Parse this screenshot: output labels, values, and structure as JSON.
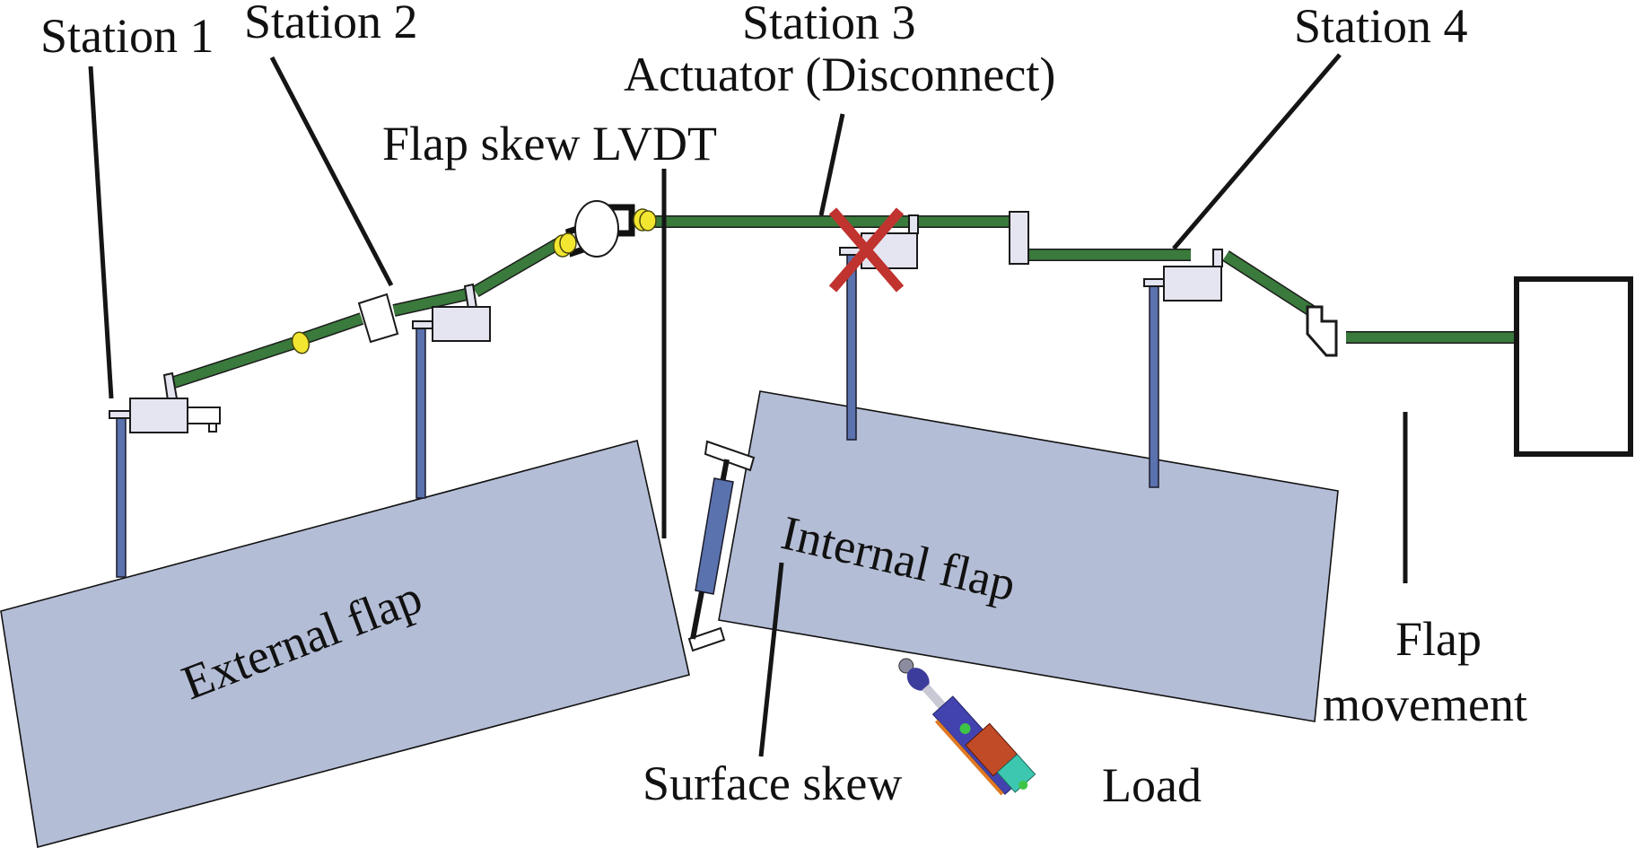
{
  "figure": {
    "title": "Flap actuation system test rig with disconnect at Station 3",
    "colors": {
      "transmission_shaft": "#3a7a3c",
      "flap_surface": "#b4bdd6",
      "support_post": "#5a72ad",
      "station_housing": "#e4e5f0",
      "torque_joint": "#f3e631",
      "disconnect_mark": "#c0332e",
      "leader_line": "#151515"
    }
  },
  "labels": {
    "station_1": "Station 1",
    "station_2": "Station 2",
    "station_3": "Station 3",
    "actuator_disconnect": "Actuator (Disconnect)",
    "station_4": "Station 4",
    "flap_skew_lvdt": "Flap skew LVDT",
    "external_flap": "External flap",
    "internal_flap": "Internal flap",
    "surface_skew": "Surface skew",
    "load": "Load",
    "flap_movement_line1": "Flap",
    "flap_movement_line2": "movement"
  },
  "components": {
    "stations": [
      {
        "id": "station-1",
        "label_ref": "station_1",
        "status": "connected"
      },
      {
        "id": "station-2",
        "label_ref": "station_2",
        "status": "connected"
      },
      {
        "id": "station-3",
        "label_ref": "station_3",
        "status": "disconnected"
      },
      {
        "id": "station-4",
        "label_ref": "station_4",
        "status": "connected"
      }
    ],
    "flaps": [
      "External flap",
      "Internal flap"
    ],
    "icons": {
      "disconnect": "red-x-icon",
      "load_actuator": "linear-actuator-icon",
      "drive_unit": "power-drive-unit-box"
    }
  }
}
